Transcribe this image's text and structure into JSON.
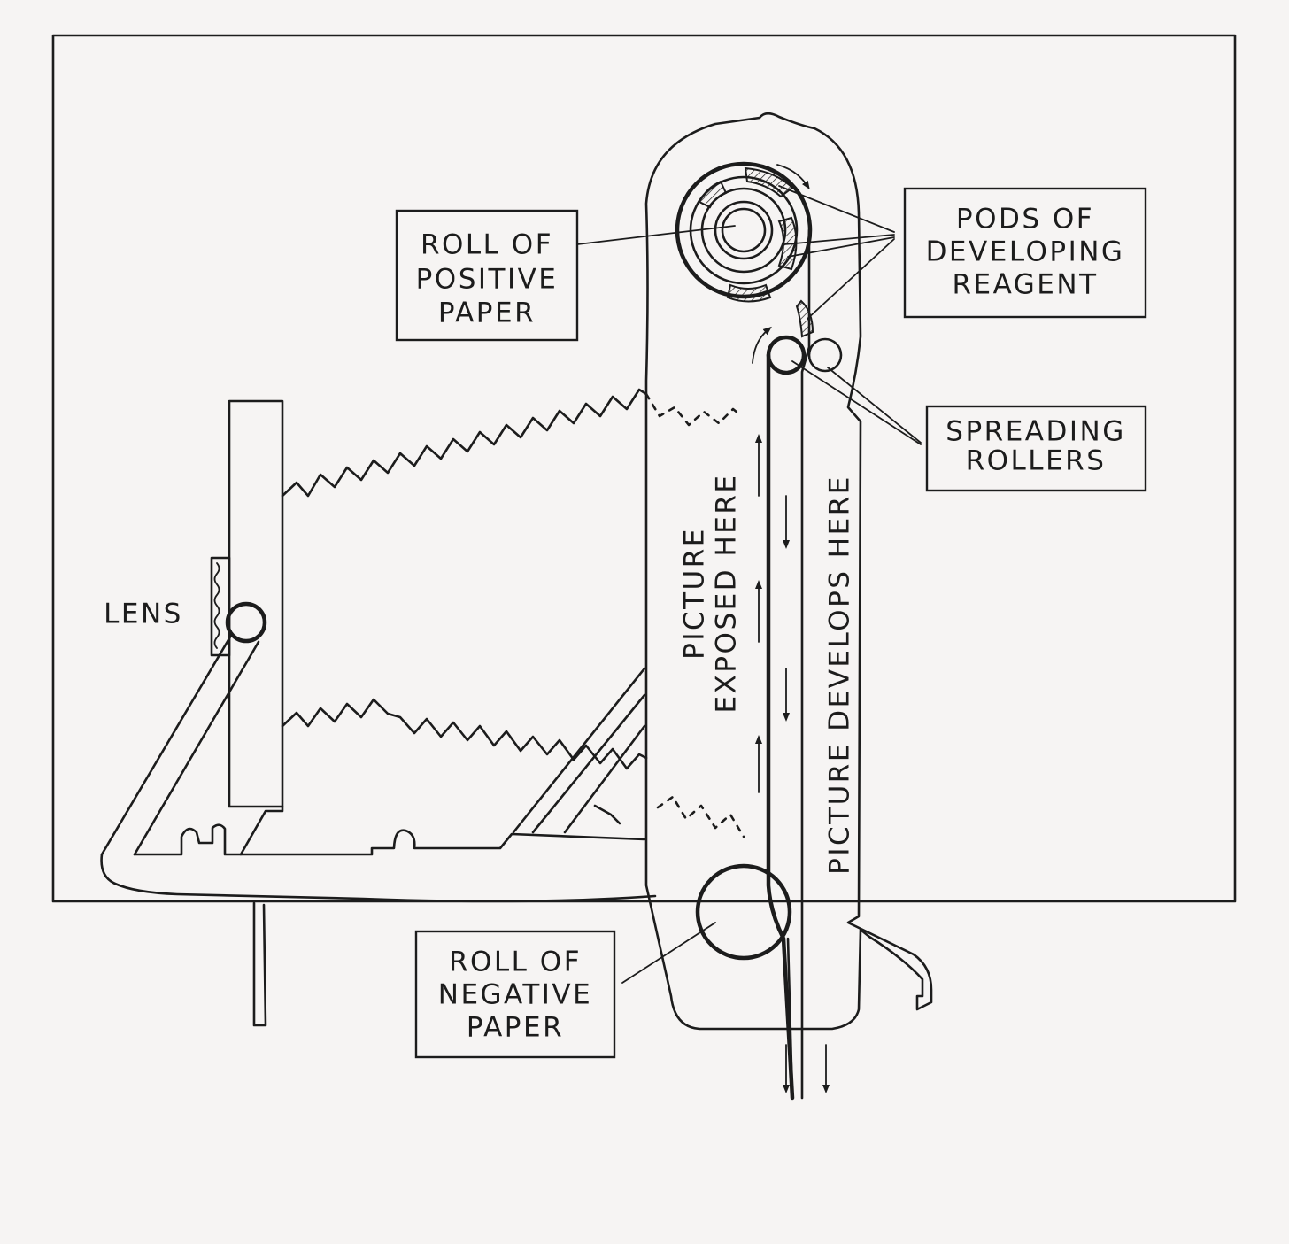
{
  "labels": {
    "positive_roll": [
      "ROLL OF",
      "POSITIVE",
      "PAPER"
    ],
    "pods": [
      "PODS  OF",
      "DEVELOPING",
      "REAGENT"
    ],
    "spreading": [
      "SPREADING",
      "ROLLERS"
    ],
    "negative_roll": [
      "ROLL OF",
      "NEGATIVE",
      "PAPER"
    ],
    "lens": "LENS",
    "exposed": [
      "PICTURE",
      "EXPOSED  HERE"
    ],
    "develops": "PICTURE  DEVELOPS  HERE"
  },
  "colors": {
    "ink": "#1c1c1c",
    "paper": "#f6f4f3"
  }
}
